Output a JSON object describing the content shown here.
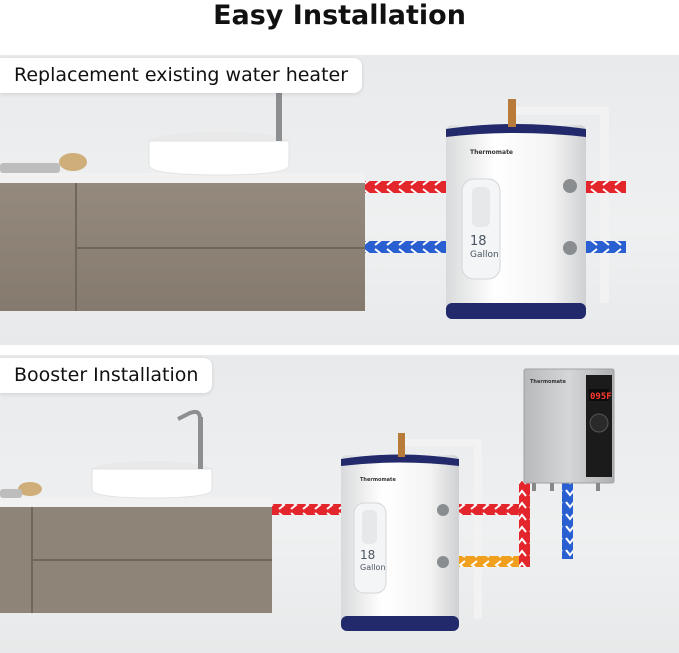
{
  "title": "Easy Installation",
  "panels": [
    {
      "label": "Replacement existing water heater",
      "heater": {
        "brand": "Thermomate",
        "capacity_number": "18",
        "capacity_unit": "Gallon"
      }
    },
    {
      "label": "Booster Installation",
      "heater": {
        "brand": "Thermomate",
        "capacity_number": "18",
        "capacity_unit": "Gallon"
      },
      "tankless": {
        "brand": "Thermomate",
        "display": "095F"
      }
    }
  ],
  "colors": {
    "hot": "#e2262b",
    "cold": "#2a5fd1",
    "warm": "#f0a01e",
    "tank_rim": "#232a6b",
    "cabinet": "#8f8478"
  },
  "icons": [
    "hot-water-arrow",
    "cold-water-arrow",
    "faucet",
    "sink"
  ]
}
